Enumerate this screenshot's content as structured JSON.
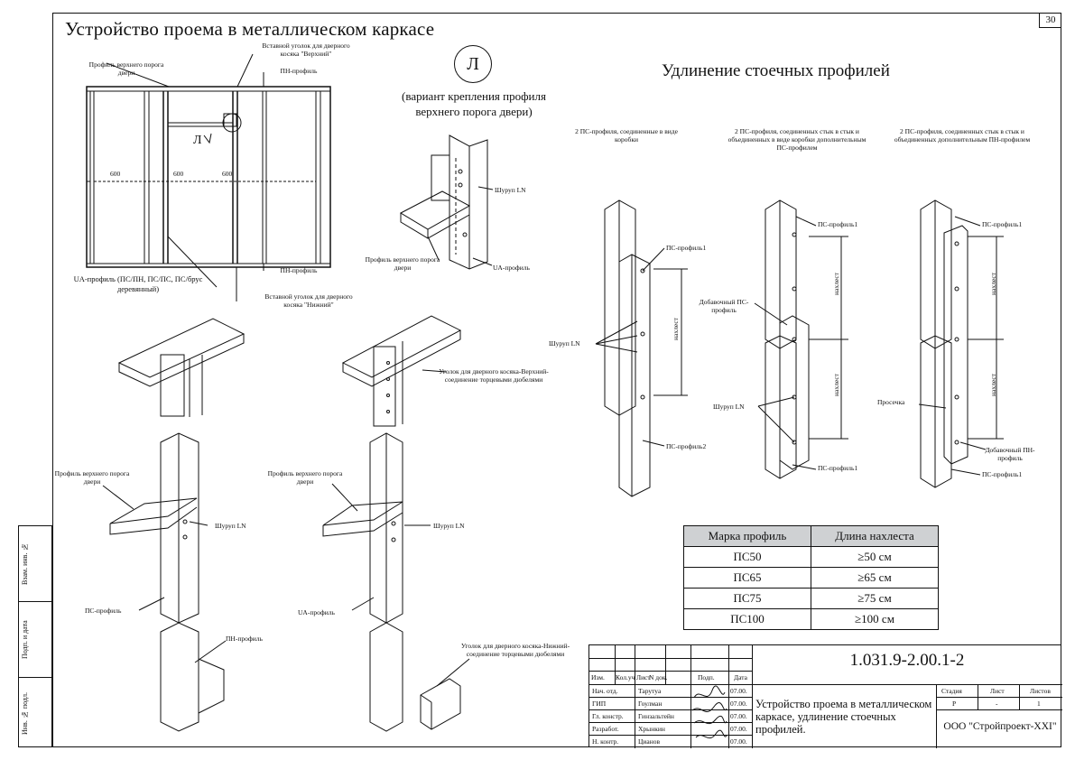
{
  "sheet": {
    "number": "30"
  },
  "titles": {
    "main": "Устройство проема в металлическом каркасе",
    "right": "Удлинение стоечных профилей",
    "callout_letter": "Л",
    "variant": "(вариант крепления профиля верхнего порога двери)"
  },
  "frame_labels": {
    "top_profile": "Профиль верхнего порога двери",
    "corner_top": "Вставной уголок для дверного косяка \"Верхний\"",
    "pn_top": "ПН-профиль",
    "callout_L": "Л",
    "dim1": "600",
    "dim2": "600",
    "dim3": "600",
    "ua_profile": "UA-профиль (ПС/ПН, ПС/ПС, ПС/брус деревянный)",
    "pn_bottom": "ПН-профиль",
    "corner_bottom": "Вставной уголок для дверного косяка \"Нижний\""
  },
  "detail_L": {
    "screw": "Шуруп LN",
    "top_profile": "Профиль верхнего порога двери",
    "ua": "UA-профиль"
  },
  "middle_labels": {
    "corner_top_join": "Уголок для дверного косяка-Верхний-соединение торцевыми дюбелями",
    "profile_left_1": "Профиль верхнего порога двери",
    "screw_left": "Шуруп LN",
    "ps_profile": "ПС-профиль",
    "profile_left_2": "Профиль верхнего порога двери",
    "screw_right": "Шуруп LN",
    "ua_profile": "UA-профиль",
    "pn_profile": "ПН-профиль",
    "corner_bottom_join": "Уголок для дверного косяка-Нижний-соединение торцевыми дюбелями"
  },
  "extension": {
    "col1_head": "2 ПС-профиля, соединенные в виде коробки",
    "col2_head": "2 ПС-профиля, соединенных стык в стык и объединенных в виде коробки дополнительным ПС-профилем",
    "col3_head": "2 ПС-профиля, соединенных стык в стык и объединенных дополнительным ПН-профилем",
    "c1_ps1": "ПС-профиль1",
    "c1_screw": "Шуруп LN",
    "c1_ps2": "ПС-профиль2",
    "c1_overlap": "нахлест",
    "c2_ps1": "ПС-профиль1",
    "c2_add": "Добавочный ПС-профиль",
    "c2_screw": "Шуруп LN",
    "c2_ps1b": "ПС-профиль1",
    "c2_overlap1": "нахлест",
    "c2_overlap2": "нахлест",
    "c3_ps1": "ПС-профиль1",
    "c3_notch": "Просечка",
    "c3_add": "Добавочный ПН-профиль",
    "c3_ps1b": "ПС-профиль1",
    "c3_overlap1": "нахлест",
    "c3_overlap2": "нахлест"
  },
  "overlap_table": {
    "headers": [
      "Марка профиль",
      "Длина нахлеста"
    ],
    "rows": [
      [
        "ПС50",
        "≥50 см"
      ],
      [
        "ПС65",
        "≥65 см"
      ],
      [
        "ПС75",
        "≥75 см"
      ],
      [
        "ПС100",
        "≥100 см"
      ]
    ]
  },
  "side_stamp": [
    "Взам. инв. №",
    "Подп. и дата",
    "Инв. № подл."
  ],
  "title_block": {
    "code": "1.031.9-2.00.1-2",
    "head_cols": [
      "Изм.",
      "Кол.уч",
      "Лист",
      "N док.",
      "Подп.",
      "Дата"
    ],
    "people": [
      {
        "role": "Нач. отд.",
        "name": "Тарутуа",
        "date": "07.00."
      },
      {
        "role": "ГИП",
        "name": "Гоулман",
        "date": "07.00."
      },
      {
        "role": "Гл. констр.",
        "name": "Гинзальтейн",
        "date": "07.00."
      },
      {
        "role": "Разработ.",
        "name": "Хрынкин",
        "date": "07.00."
      },
      {
        "role": "Н. контр.",
        "name": "Цианов",
        "date": "07.00."
      }
    ],
    "description": "Устройство проема в металлическом каркасе, удлинение стоечных профилей.",
    "stage_h": "Стадия",
    "sheet_h": "Лист",
    "sheets_h": "Листов",
    "stage": "Р",
    "sheet": "-",
    "sheets": "1",
    "org": "ООО \"Стройпроект-XXI\""
  }
}
